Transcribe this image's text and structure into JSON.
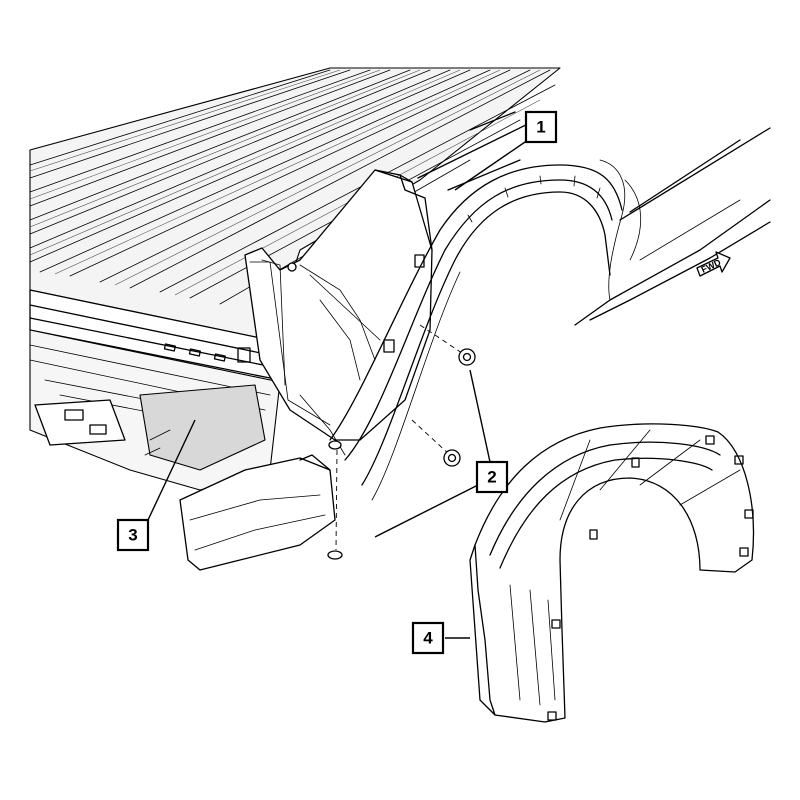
{
  "diagram": {
    "type": "exploded-parts-illustration",
    "callouts": [
      {
        "id": "1",
        "label": "1"
      },
      {
        "id": "2",
        "label": "2"
      },
      {
        "id": "3",
        "label": "3"
      },
      {
        "id": "4",
        "label": "4"
      }
    ],
    "direction_arrow": {
      "label": "FWD"
    },
    "colors": {
      "line": "#000000",
      "fill": "#ffffff",
      "shade": "#e9e9e9"
    }
  }
}
